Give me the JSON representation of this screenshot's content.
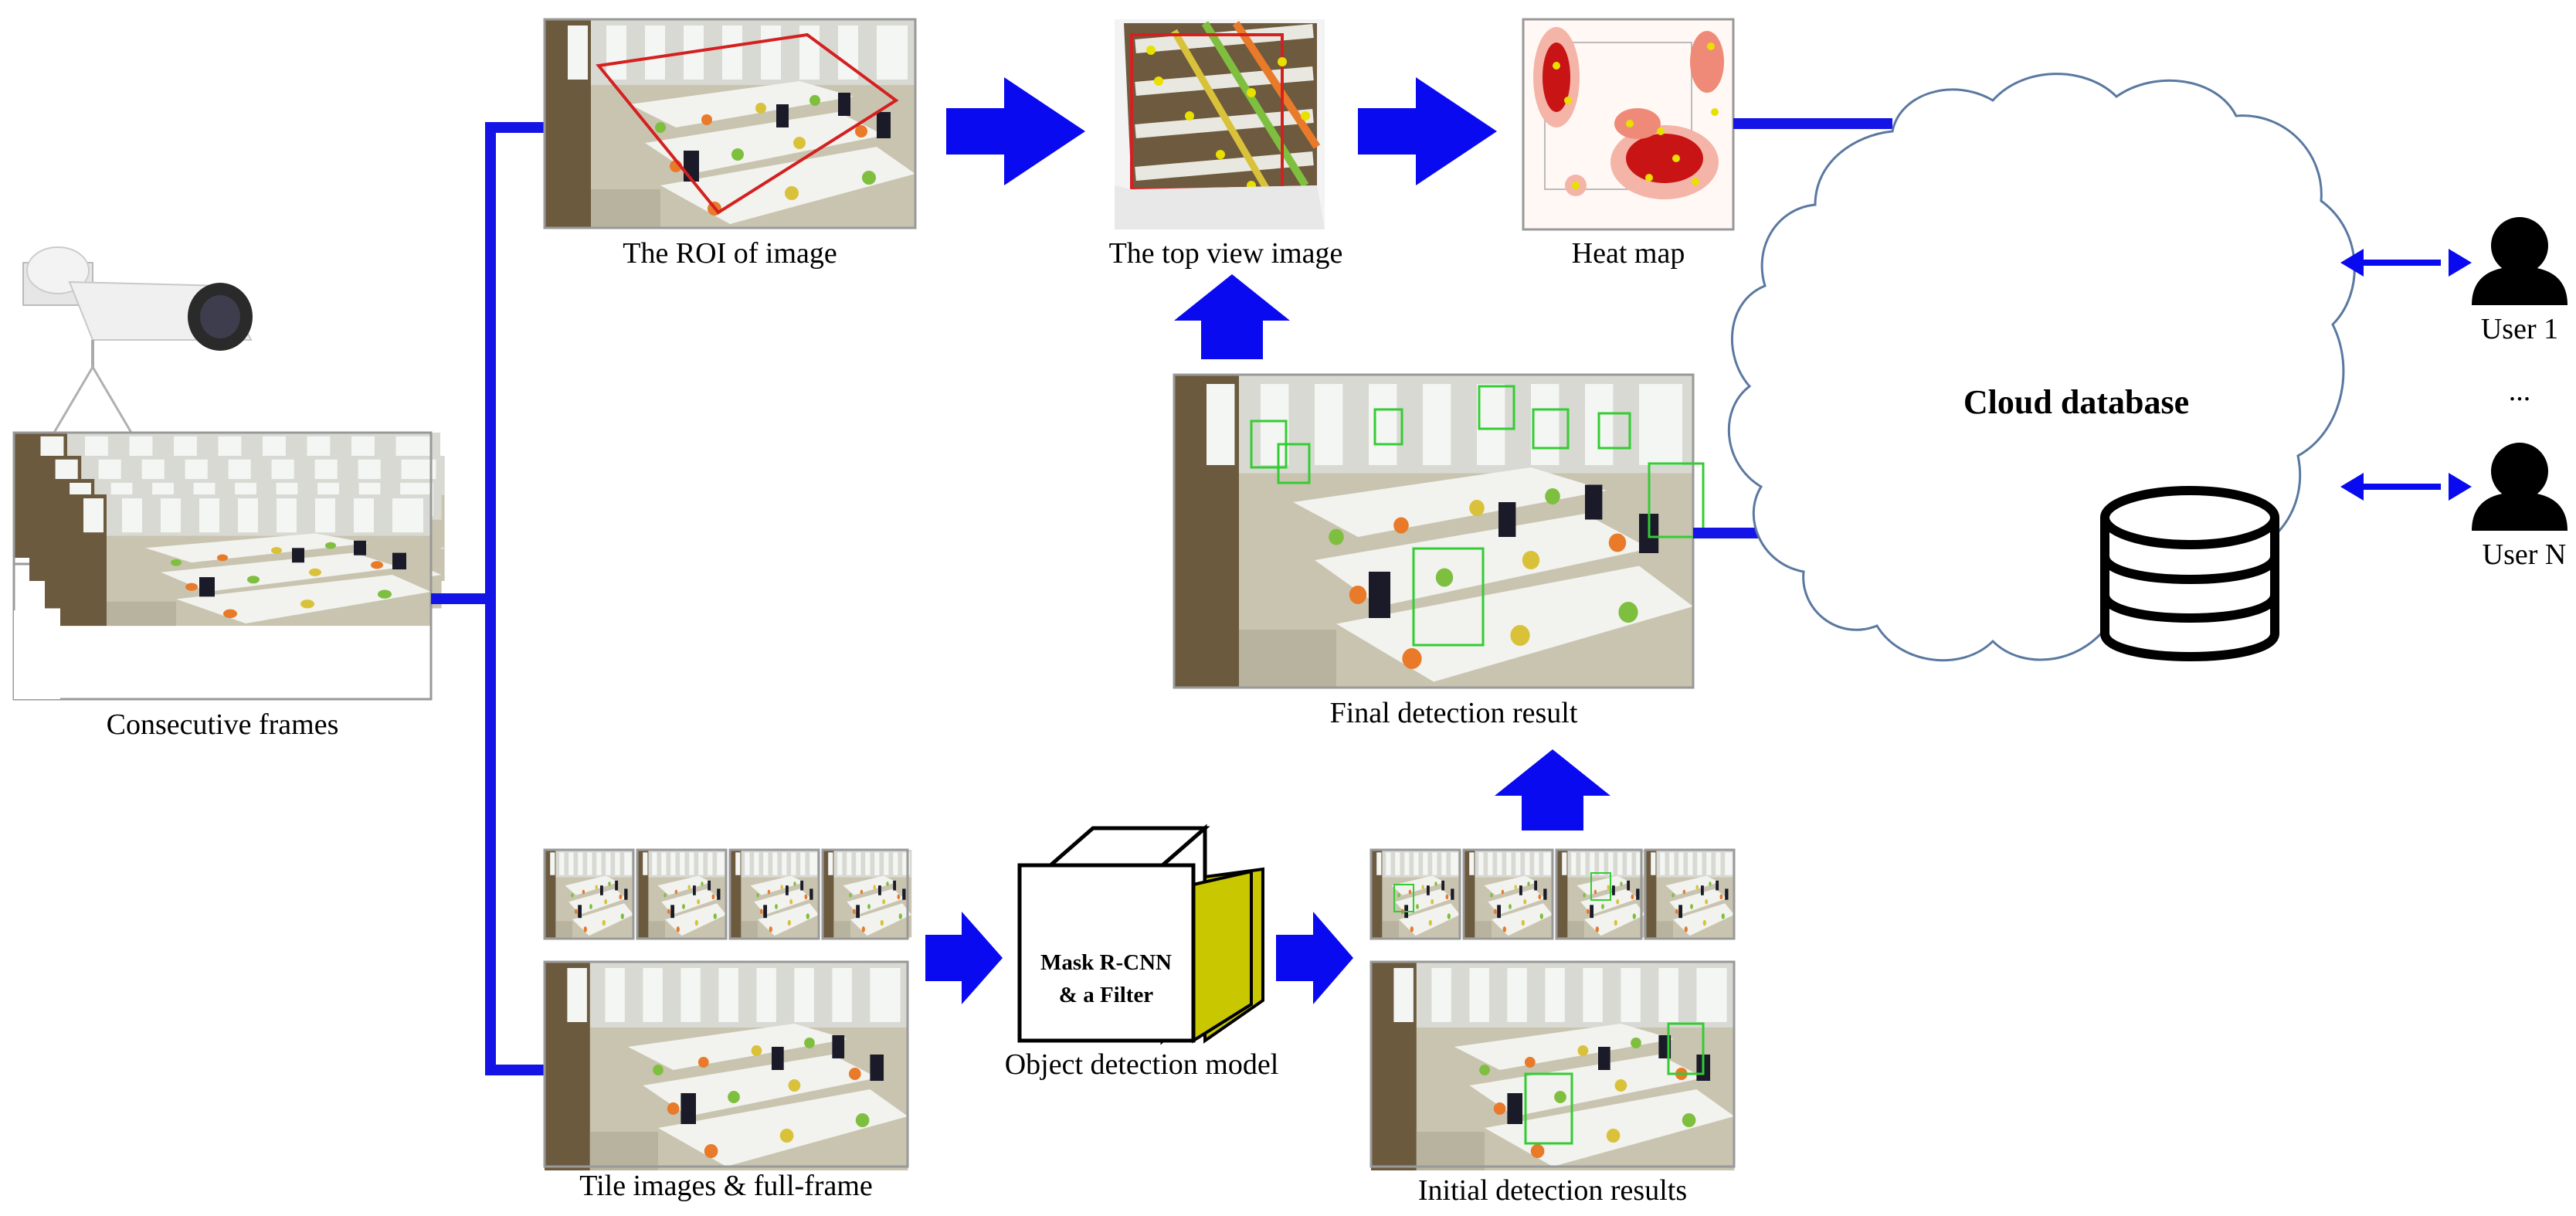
{
  "labels": {
    "consecutive_frames": "Consecutive frames",
    "roi_image": "The ROI of image",
    "top_view_image": "The top view image",
    "heat_map": "Heat map",
    "final_detection": "Final detection result",
    "tile_images": "Tile images & full-frame",
    "object_detection_model": "Object detection model",
    "initial_detection": "Initial detection results",
    "cloud_database": "Cloud database",
    "user_1": "User 1",
    "user_n": "User N",
    "ellipsis": "..."
  },
  "model_box": {
    "line1": "Mask R-CNN",
    "line2": "& a Filter"
  },
  "colors": {
    "arrow_blue": "#0a0af0",
    "connector_blue": "#1414e6",
    "cube_face_yellow": "#c9c800",
    "roi_red": "#d42020",
    "detection_green": "#33cc33",
    "heat_red": "#c81414",
    "point_yellow": "#e8e000",
    "cloud_outline": "#5a78a0"
  },
  "icons": {
    "camera": "security-camera-icon",
    "database": "database-icon",
    "user": "user-icon"
  }
}
